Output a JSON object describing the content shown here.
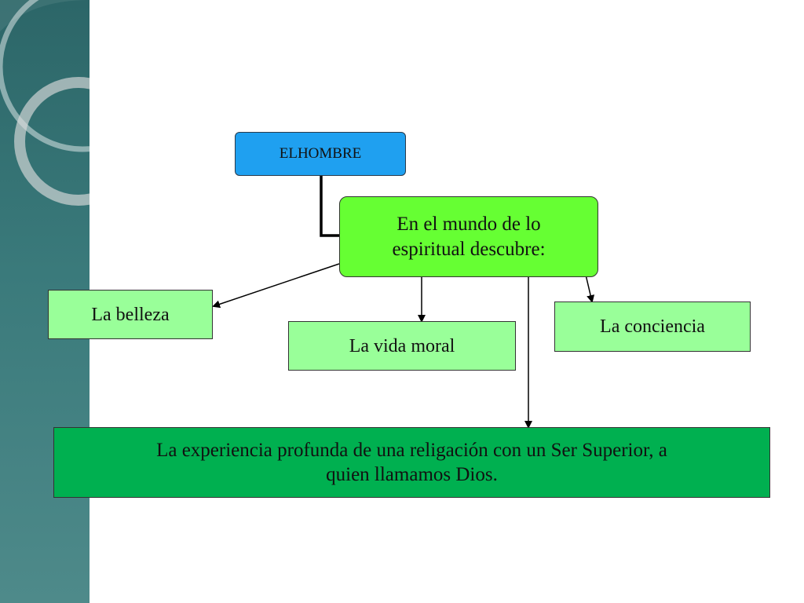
{
  "diagram": {
    "colors": {
      "root_fill": "#1fa0f0",
      "center_fill": "#66ff33",
      "leaf_fill": "#99ff99",
      "bottom_fill": "#00b050",
      "connector": "#000000",
      "sidebar": "#2c6668"
    },
    "nodes": {
      "root": {
        "label": "ELHOMBRE"
      },
      "center": {
        "label": "En el mundo de lo espiritual descubre:"
      },
      "belleza": {
        "label": "La belleza"
      },
      "vida_moral": {
        "label": "La vida moral"
      },
      "conciencia": {
        "label": "La conciencia"
      },
      "religacion": {
        "label": "La experiencia profunda de una religación con un Ser Superior, a quien llamamos Dios."
      }
    },
    "edges": [
      {
        "from": "root",
        "to": "center"
      },
      {
        "from": "center",
        "to": "belleza"
      },
      {
        "from": "center",
        "to": "vida_moral"
      },
      {
        "from": "center",
        "to": "conciencia"
      },
      {
        "from": "center",
        "to": "religacion"
      }
    ]
  }
}
